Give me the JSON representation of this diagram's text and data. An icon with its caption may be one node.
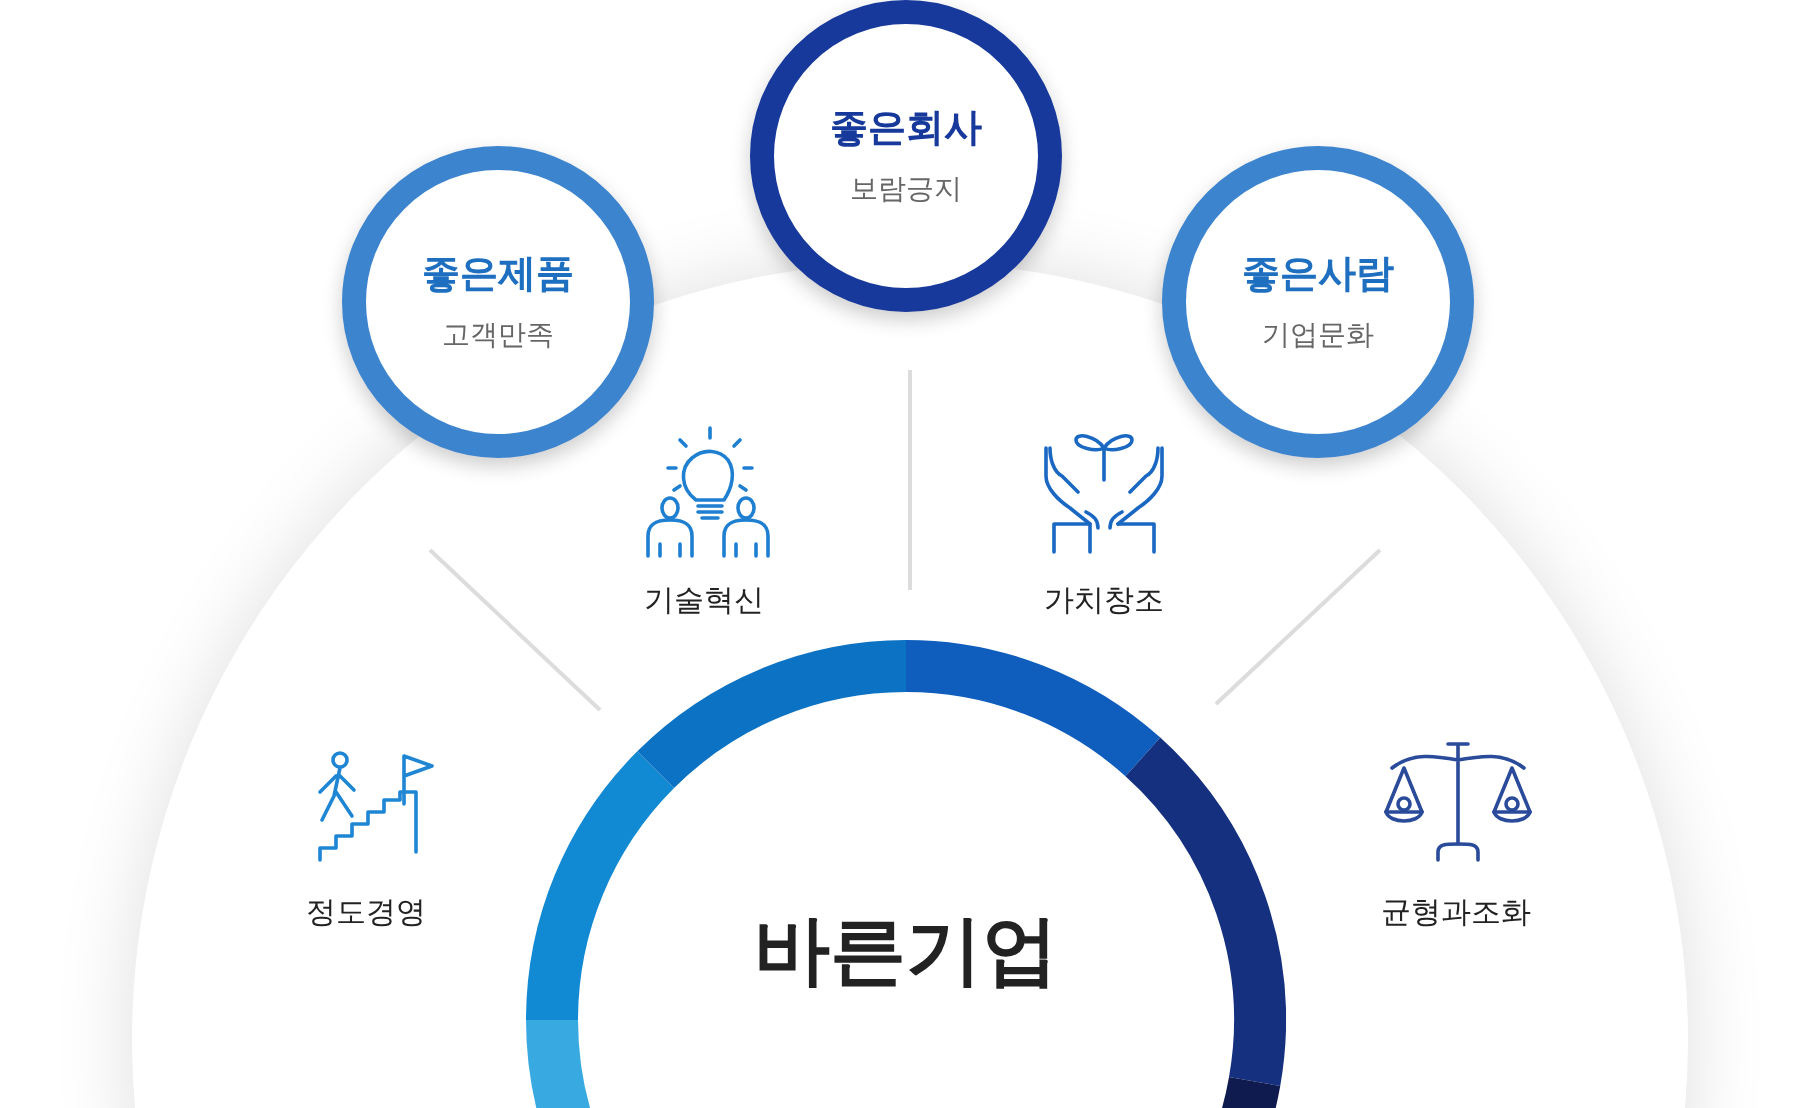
{
  "diagram": {
    "nodes": [
      {
        "text": [
          "좋은회사",
          "보람긍지"
        ]
      },
      {
        "text": [
          "좋은제품",
          "고객만족"
        ]
      },
      {
        "text": [
          "좋은사람",
          "기업문화"
        ]
      },
      {
        "text": [
          "바른기업"
        ]
      }
    ],
    "labels": [
      "기술혁신",
      "가치창조",
      "정도경영",
      "균형과조화"
    ]
  }
}
